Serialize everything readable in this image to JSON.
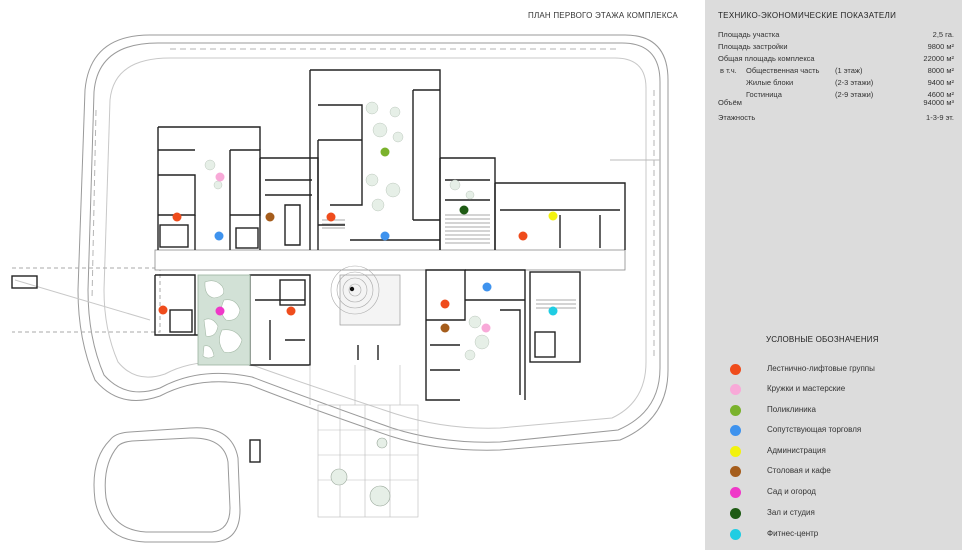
{
  "plan": {
    "title": "ПЛАН ПЕРВОГО ЭТАЖА КОМПЛЕКСА"
  },
  "indicators": {
    "title": "ТЕХНИКО-ЭКОНОМИЧЕСКИЕ ПОКАЗАТЕЛИ",
    "rows": [
      {
        "label": "Площадь участка",
        "note": "",
        "value": "2,5 га."
      },
      {
        "label": "Площадь застройки",
        "note": "",
        "value": "9800 м²"
      },
      {
        "label": "Общая площадь комплекса",
        "note": "",
        "value": "22000 м²"
      },
      {
        "prefix": "в т.ч.",
        "label": "Общественная часть",
        "note": "(1 этаж)",
        "value": "8000 м²"
      },
      {
        "label": "Жилые блоки",
        "note": "(2-3 этажи)",
        "value": "9400 м²"
      },
      {
        "label": "Гостиница",
        "note": "(2-9 этажи)",
        "value": "4600 м²"
      },
      {
        "label": "Объём",
        "note": "",
        "value": "94000 м³"
      },
      {
        "label": "Этажность",
        "note": "",
        "value": "1-3-9 эт."
      }
    ]
  },
  "legend": {
    "title": "УСЛОВНЫЕ ОБОЗНАЧЕНИЯ",
    "items": [
      {
        "label": "Лестнично-лифтовые группы",
        "color": "#ef4c1c"
      },
      {
        "label": "Кружки и мастерские",
        "color": "#f8a9d8"
      },
      {
        "label": "Поликлиника",
        "color": "#7ab22c"
      },
      {
        "label": "Сопутствующая торговля",
        "color": "#3f93ee"
      },
      {
        "label": "Администрация",
        "color": "#f2f20d"
      },
      {
        "label": "Столовая и кафе",
        "color": "#a55d1c"
      },
      {
        "label": "Сад и огород",
        "color": "#ef38c8"
      },
      {
        "label": "Зал и студия",
        "color": "#1e5b14"
      },
      {
        "label": "Фитнес-центр",
        "color": "#1fcde3"
      }
    ]
  }
}
